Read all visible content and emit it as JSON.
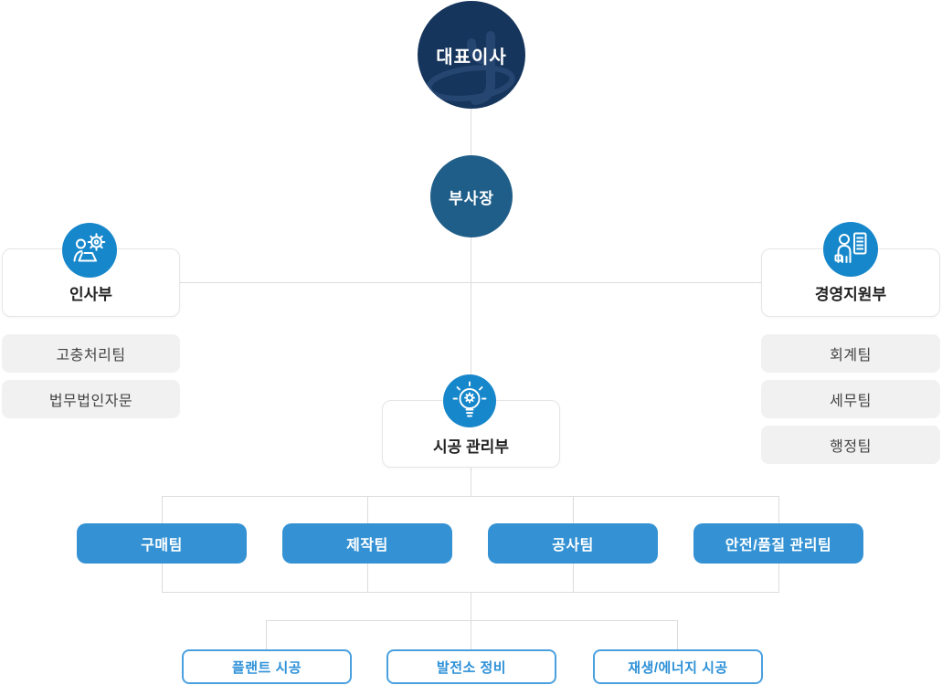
{
  "colors": {
    "ceo_navy": "#16355c",
    "vp_steel_blue": "#1f5e89",
    "icon_circle_blue": "#1787cb",
    "team_button_blue": "#3492d4",
    "field_outline_blue": "#4aa0df",
    "field_text_blue": "#2c90d8",
    "gray_box_bg": "#f1f1f1",
    "connector_line": "#dcdcdc"
  },
  "chart": {
    "ceo": {
      "label": "대표이사"
    },
    "vp": {
      "label": "부사장"
    },
    "hr": {
      "label": "인사부",
      "icon": "worker-gear-icon",
      "teams": [
        {
          "label": "고충처리팀"
        },
        {
          "label": "법무법인자문"
        }
      ]
    },
    "support": {
      "label": "경영지원부",
      "icon": "presenter-document-icon",
      "teams": [
        {
          "label": "회계팀"
        },
        {
          "label": "세무팀"
        },
        {
          "label": "행정팀"
        }
      ]
    },
    "construction": {
      "label": "시공 관리부",
      "icon": "idea-bulb-gear-icon",
      "teams": [
        {
          "label": "구매팀"
        },
        {
          "label": "제작팀"
        },
        {
          "label": "공사팀"
        },
        {
          "label": "안전/품질 관리팀"
        }
      ],
      "fields": [
        {
          "label": "플랜트 시공"
        },
        {
          "label": "발전소 정비"
        },
        {
          "label": "재생/에너지 시공"
        }
      ]
    }
  }
}
